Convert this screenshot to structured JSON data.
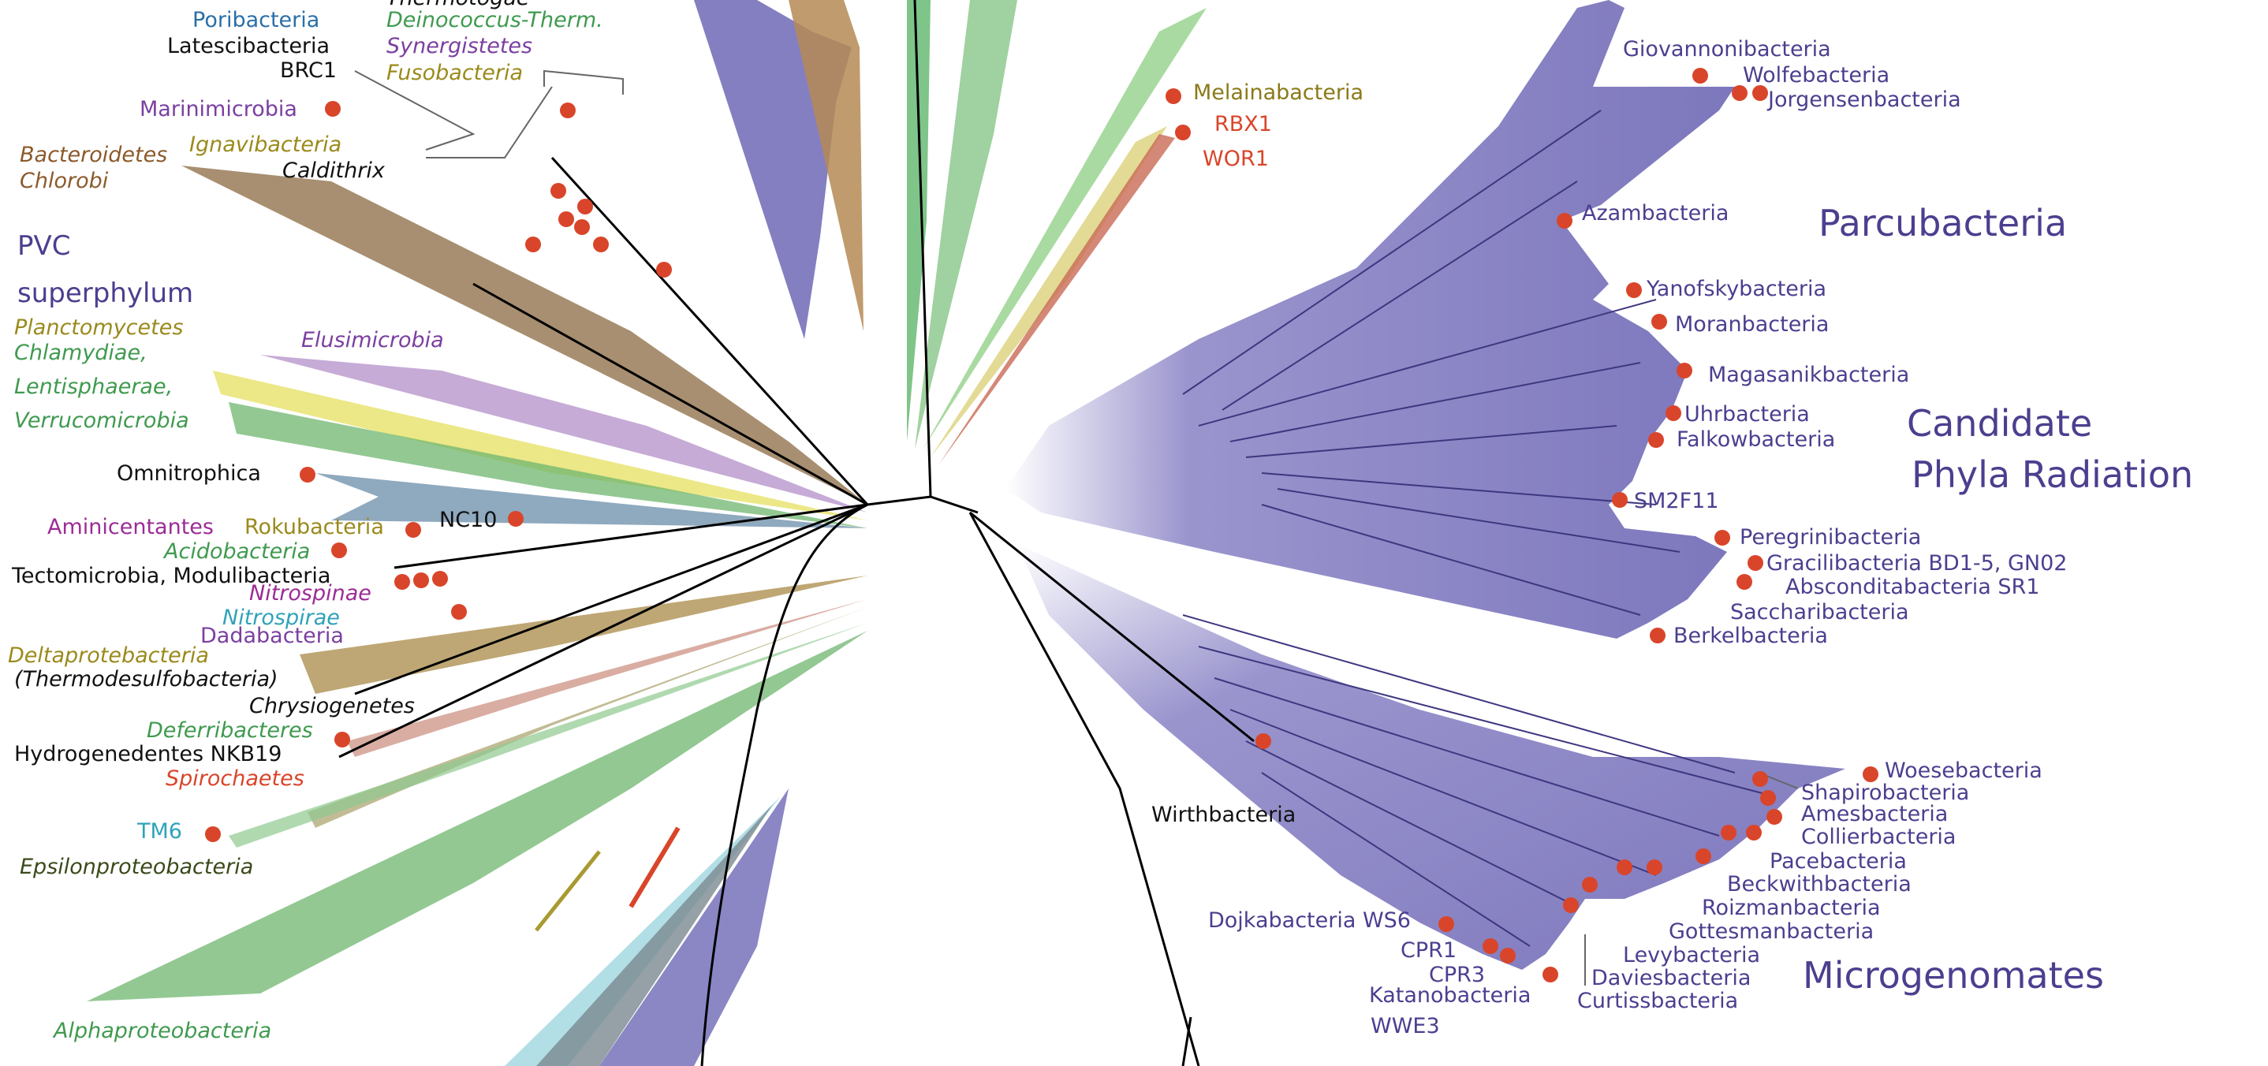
{
  "colors": {
    "cpr_purple": "#6a5fb0",
    "cpr_fill": "#6e68b5",
    "green": "#3f9a4f",
    "olive": "#9a8a1c",
    "brown": "#8b5a2b",
    "magenta": "#9b2c96",
    "cyan": "#2fa3b8",
    "blue": "#2a6fa8",
    "red_dot": "#d9452a",
    "violet": "#7b3fa0"
  },
  "labels": {
    "poribacteria": "Poribacteria",
    "latescibacteria": "Latescibacteria",
    "brc1": "BRC1",
    "thermotogae": "Thermotogae",
    "deinococcus": "Deinococcus-Therm.",
    "synergistetes": "Synergistetes",
    "fusobacteria": "Fusobacteria",
    "marinimicrobia": "Marinimicrobia",
    "bacteroidetes": "Bacteroidetes",
    "ignavibacteria": "Ignavibacteria",
    "chlorobi": "Chlorobi",
    "caldithrix": "Caldithrix",
    "pvc1": "PVC",
    "pvc2": "superphylum",
    "planctomycetes": "Planctomycetes",
    "chlamydiae": "Chlamydiae,",
    "lentisphaerae": "Lentisphaerae,",
    "verrucomicrobia": "Verrucomicrobia",
    "elusimicrobia": "Elusimicrobia",
    "omnitrophica": "Omnitrophica",
    "aminicentantes": "Aminicentantes",
    "rokubacteria": "Rokubacteria",
    "nc10": "NC10",
    "acidobacteria": "Acidobacteria",
    "tectomicrobia": "Tectomicrobia, Modulibacteria",
    "nitrospinae": "Nitrospinae",
    "nitrospirae": "Nitrospirae",
    "dadabacteria": "Dadabacteria",
    "deltaproteobacteria": "Deltaprotebacteria",
    "thermodesulfo": "(Thermodesulfobacteria)",
    "chrysiogenetes": "Chrysiogenetes",
    "deferribacteres": "Deferribacteres",
    "hydrogenedentes": "Hydrogenedentes NKB19",
    "spirochaetes": "Spirochaetes",
    "tm6": "TM6",
    "epsilon": "Epsilonproteobacteria",
    "alpha": "Alphaproteobacteria",
    "melainabacteria": "Melainabacteria",
    "rbx1": "RBX1",
    "wor1": "WOR1",
    "wirthbacteria": "Wirthbacteria",
    "giovannoni": "Giovannonibacteria",
    "wolfe": "Wolfebacteria",
    "jorgensen": "Jorgensenbacteria",
    "azam": "Azambacteria",
    "parcubacteria": "Parcubacteria",
    "yanofsky": "Yanofskybacteria",
    "moran": "Moranbacteria",
    "magasanik": "Magasanikbacteria",
    "uhr": "Uhrbacteria",
    "falkow": "Falkowbacteria",
    "cpr1": "Candidate",
    "cpr2": "Phyla Radiation",
    "sm2f11": "SM2F11",
    "peregrini": "Peregrinibacteria",
    "gracili": "Gracilibacteria BD1-5, GN02",
    "absconditi": "Absconditabacteria SR1",
    "saccharibacteria": "Saccharibacteria",
    "berkel": "Berkelbacteria",
    "woese": "Woesebacteria",
    "shapiro": "Shapirobacteria",
    "ames": "Amesbacteria",
    "collier": "Collierbacteria",
    "pace": "Pacebacteria",
    "beckwith": "Beckwithbacteria",
    "roizman": "Roizmanbacteria",
    "gottesman": "Gottesmanbacteria",
    "levy": "Levybacteria",
    "davies": "Daviesbacteria",
    "curtiss": "Curtissbacteria",
    "dojka": "Dojkabacteria WS6",
    "cpr1_lbl": "CPR1",
    "cpr3_lbl": "CPR3",
    "katano": "Katanobacteria",
    "wwe3": "WWE3",
    "microgenomates": "Microgenomates"
  }
}
